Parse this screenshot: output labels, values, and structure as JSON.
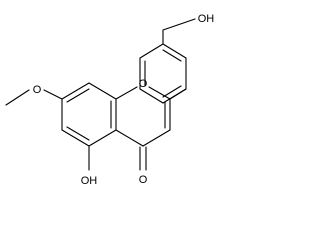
{
  "molecule": {
    "atoms": {
      "o_methoxy": "O",
      "o_ring": "O",
      "oh_top": "OH",
      "oh_bottom": "OH",
      "o_carbonyl": "O"
    }
  }
}
